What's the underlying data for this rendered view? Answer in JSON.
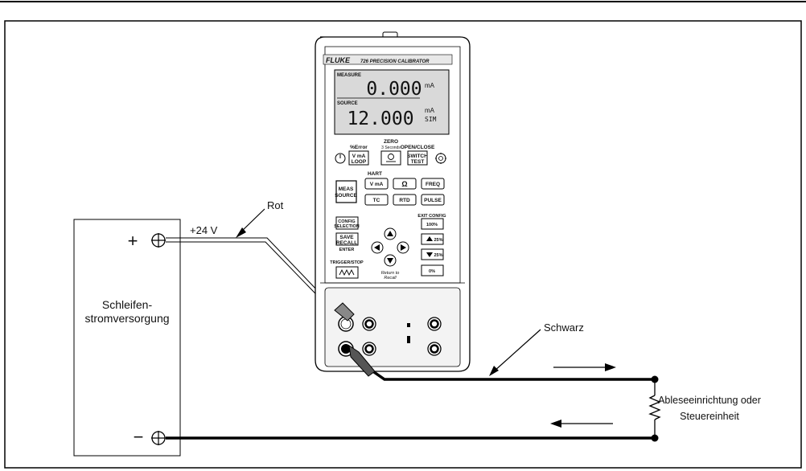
{
  "labels": {
    "wire_red": "Rot",
    "voltage": "+24 V",
    "wire_black": "Schwarz",
    "plus": "+",
    "minus": "−",
    "supply_line1": "Schleifen-",
    "supply_line2": "stromversorgung",
    "load_line1": "Ableseeinrichtung oder",
    "load_line2": "Steuereinheit"
  },
  "calibrator": {
    "brand": "FLUKE",
    "model": "726 PRECISION CALIBRATOR",
    "display": {
      "measure_label": "MEASURE",
      "measure_value": "0.000",
      "measure_unit": "mA",
      "source_label": "SOURCE",
      "source_value": "12.000",
      "source_unit": "mA",
      "source_mode": "SIM"
    },
    "buttons": {
      "percent_error": "%Error",
      "vma_loop_1": "V  mA",
      "vma_loop_2": "LOOP",
      "zero": "ZERO",
      "zero_sub": "3 Seconds",
      "open_close": "OPEN/CLOSE",
      "switch_test_1": "SWITCH",
      "switch_test_2": "TEST",
      "hart": "HART",
      "meas_source_1": "MEAS",
      "meas_source_2": "SOURCE",
      "vma": "V  mA",
      "ohm": "Ω",
      "freq": "FREQ",
      "tc": "TC",
      "rtd": "RTD",
      "pulse": "PULSE",
      "config_1": "CONFIG",
      "config_2": "SELECTION",
      "save_recall_1": "SAVE",
      "save_recall_2": "RECALL",
      "enter": "ENTER",
      "trigger_stop": "TRIGGER/STOP",
      "ext_config": "EXIT CONFIG",
      "pct100": "100%",
      "pct25_up": "25%",
      "pct25_down": "25%",
      "pct0": "0%",
      "return_to_1": "Return to",
      "return_to_2": "Recall"
    }
  }
}
